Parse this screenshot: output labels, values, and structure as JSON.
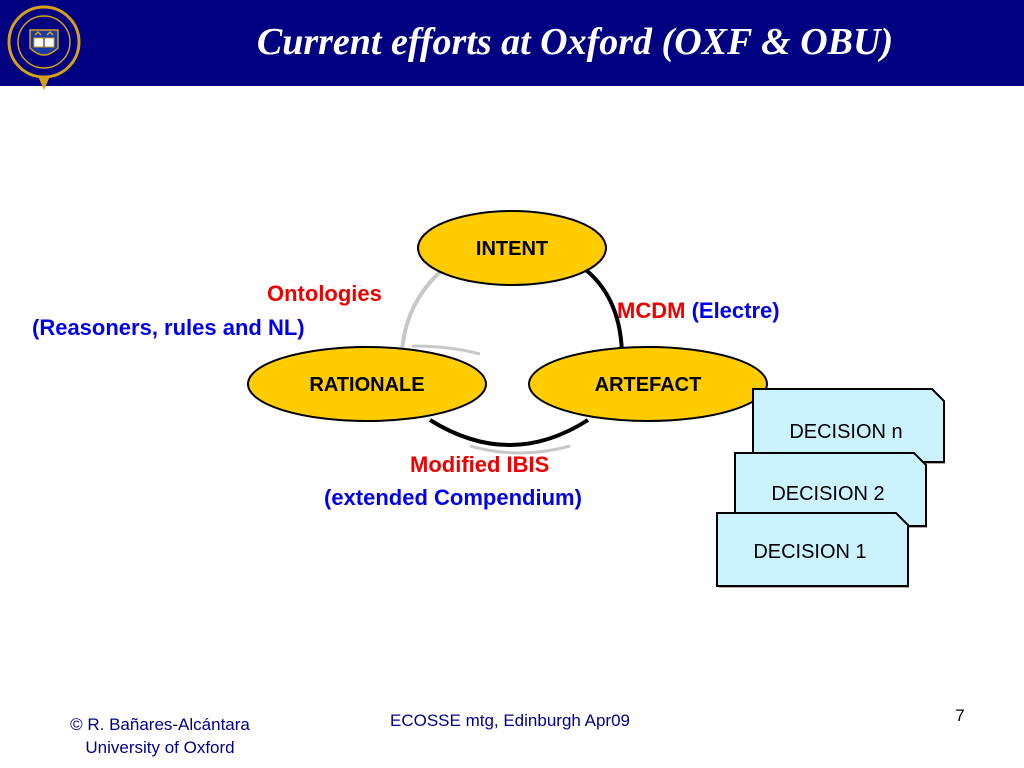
{
  "slide": {
    "title": "Current efforts at Oxford (OXF & OBU)"
  },
  "colors": {
    "header_bg": "#000080",
    "node_fill": "#FFCC00",
    "card_fill": "#CCF2FF",
    "red": "#EE0000",
    "blue": "#0000EE"
  },
  "diagram": {
    "nodes": {
      "intent": "INTENT",
      "rationale": "RATIONALE",
      "artefact": "ARTEFACT"
    },
    "labels": {
      "ontologies": "Ontologies",
      "ontologies_detail": "(Reasoners, rules and NL)",
      "mcdm": "MCDM",
      "mcdm_detail": "(Electre)",
      "ibis": "Modified IBIS",
      "ibis_detail": "(extended Compendium)"
    },
    "decisions": [
      "DECISION n",
      "DECISION 2",
      "DECISION 1"
    ]
  },
  "footer": {
    "author": "© R. Bañares-Alcántara",
    "affiliation": "University of Oxford",
    "event": "ECOSSE mtg, Edinburgh Apr09",
    "page_number": "7"
  }
}
